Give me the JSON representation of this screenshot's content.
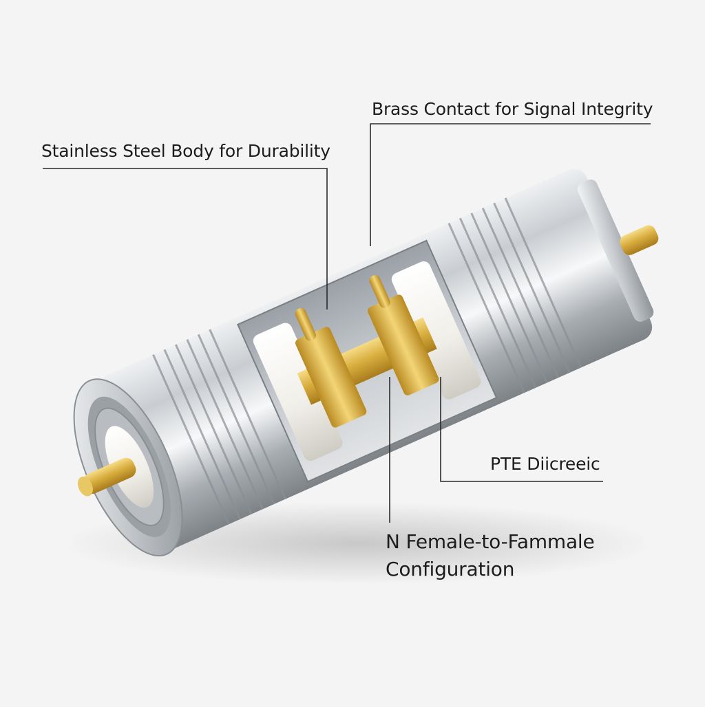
{
  "callouts": {
    "steel_body": "Stainless Steel Body for Durability",
    "brass_contact": "Brass Contact for Signal Integrity",
    "dielectric": "PTE Diicreeic",
    "configuration_line1": "N Female-to-Fammale",
    "configuration_line2": "Configuration"
  },
  "colors": {
    "background": "#f4f4f4",
    "steel": "#b8bcc0",
    "brass": "#d4a838",
    "dielectric": "#f2f0ea",
    "leader_line": "#2a2a2a"
  }
}
